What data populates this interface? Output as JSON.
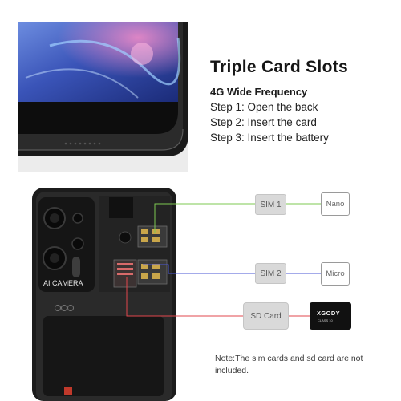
{
  "content": {
    "title": "Triple Card Slots",
    "subtitle": "4G Wide Frequency",
    "steps": [
      "Step 1: Open the back",
      "Step 2: Insert the card",
      "Step 3: Insert the battery"
    ]
  },
  "phone_back": {
    "camera_text": "AI CAMERA"
  },
  "slots": {
    "sim1": {
      "label": "SIM 1",
      "size": "Nano",
      "line_color": "#7ec850"
    },
    "sim2": {
      "label": "SIM 2",
      "size": "Micro",
      "line_color": "#4a57d6"
    },
    "sd": {
      "label": "SD Card",
      "line_color": "#e2474c",
      "card_brand": "XGODY",
      "card_class": "CLASS 10"
    }
  },
  "note": "Note:The sim cards and sd card are not included."
}
